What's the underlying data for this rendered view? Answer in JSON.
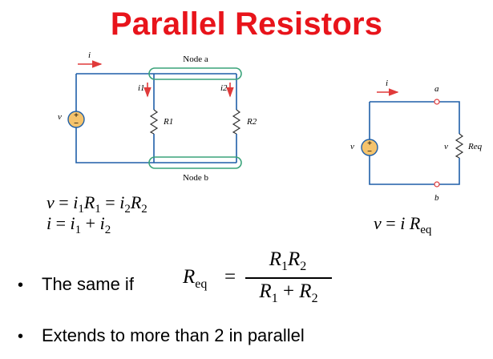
{
  "title": "Parallel Resistors",
  "circuit1": {
    "current_label": "i",
    "node_a_label": "Node a",
    "node_b_label": "Node b",
    "i1_label": "i1",
    "i2_label": "i2",
    "r1_label": "R1",
    "r2_label": "R2",
    "v_label": "v",
    "plus": "+",
    "minus": "−"
  },
  "circuit2": {
    "current_label": "i",
    "a_label": "a",
    "b_label": "b",
    "v_label_left": "v",
    "v_label_right": "v",
    "req_label": "Req"
  },
  "colors": {
    "title": "#e8141b",
    "wire": "#1f5fa8",
    "node_outline": "#3aa37a",
    "arrow": "#e03a3a",
    "source_fill": "#f5c36c"
  },
  "equations": {
    "line1": {
      "v": "v",
      "eq": "=",
      "i1": "i",
      "s1": "1",
      "r1": "R",
      "rs1": "1",
      "eq2": "=",
      "i2": "i",
      "s2": "2",
      "r2": "R",
      "rs2": "2"
    },
    "line2": {
      "i": "i",
      "eq": "=",
      "i1": "i",
      "s1": "1",
      "plus": "+",
      "i2": "i",
      "s2": "2"
    },
    "right": {
      "v": "v",
      "eq": "=",
      "i": "i",
      "r": "R",
      "sub": "eq"
    }
  },
  "bullets": {
    "bullet1": "The same if",
    "bullet2": "Extends to more than 2 in parallel",
    "dot": "•"
  },
  "formula": {
    "lhs": "R",
    "lhs_sub": "eq",
    "equals": "=",
    "num_r1": "R",
    "num_s1": "1",
    "num_r2": "R",
    "num_s2": "2",
    "den_r1": "R",
    "den_s1": "1",
    "den_plus": "+",
    "den_r2": "R",
    "den_s2": "2"
  }
}
